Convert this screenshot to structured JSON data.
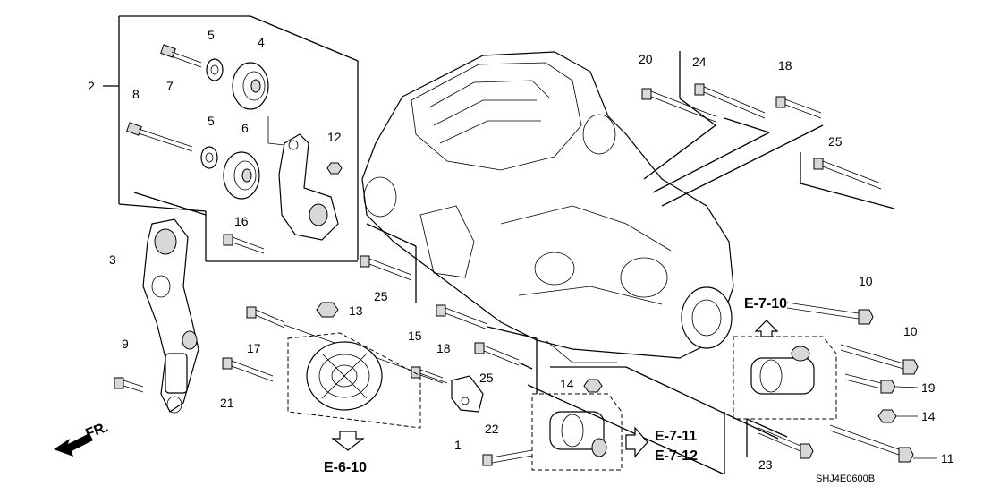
{
  "callouts": {
    "c1": "1",
    "c2": "2",
    "c3": "3",
    "c4": "4",
    "c5a": "5",
    "c5b": "5",
    "c6": "6",
    "c7": "7",
    "c8": "8",
    "c9": "9",
    "c10a": "10",
    "c10b": "10",
    "c11": "11",
    "c12": "12",
    "c13": "13",
    "c14a": "14",
    "c14b": "14",
    "c15": "15",
    "c16": "16",
    "c17": "17",
    "c18a": "18",
    "c18b": "18",
    "c19": "19",
    "c20": "20",
    "c21": "21",
    "c22": "22",
    "c23": "23",
    "c24": "24",
    "c25a": "25",
    "c25b": "25",
    "c25c": "25"
  },
  "references": {
    "ref_e710": "E-7-10",
    "ref_e610": "E-6-10",
    "ref_e711": "E-7-11",
    "ref_e712": "E-7-12"
  },
  "front_marker": "FR.",
  "diagram_code": "SHJ4E0600B"
}
